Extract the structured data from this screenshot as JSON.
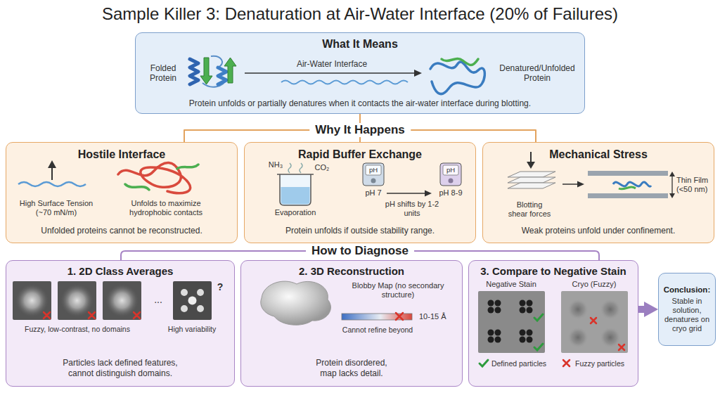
{
  "diagram": {
    "title": "Sample Killer 3: Denaturation at Air-Water Interface (20% of Failures)",
    "nodes": [
      {
        "text": [
          "What It Means",
          "Protein unfolds or partially denatures when it contacts the air-water interface during blotting."
        ]
      },
      {
        "text": [
          "Hostile Interface",
          "Unfolded proteins cannot be reconstructed."
        ]
      },
      {
        "text": [
          "Rapid Buffer Exchange",
          "Protein unfolds if outside stability range."
        ]
      },
      {
        "text": [
          "Mechanical Stress",
          "Weak proteins unfold under confinement."
        ]
      },
      {
        "text": [
          "1. 2D Class Averages",
          "Particles lack defined features, cannot distinguish domains."
        ]
      },
      {
        "text": [
          "2. 3D Reconstruction",
          "Protein disordered, map lacks detail."
        ]
      },
      {
        "text": [
          "3. Compare to Negative Stain"
        ]
      },
      {
        "text": [
          "Conclusion:",
          "Stable in solution, denatures on cryo grid"
        ]
      }
    ],
    "edges": [
      {
        "from": 0,
        "to": 1,
        "arrow": "none"
      },
      {
        "from": 0,
        "to": 2,
        "arrow": "none"
      },
      {
        "from": 0,
        "to": 3,
        "arrow": "none"
      },
      {
        "from": 6,
        "to": 7,
        "arrow": "to"
      }
    ],
    "labels": [
      "Folded Protein",
      "Air-Water Interface",
      "Denatured/Unfolded Protein",
      "Why It Happens",
      "High Surface Tension (~70 mN/m)",
      "Unfolds to maximize hydrophobic contacts",
      "NH₃",
      "CO₂",
      "Evaporation",
      "pH",
      "pH 7",
      "pH",
      "pH 8-9",
      "pH shifts by 1-2 units",
      "Blotting shear forces",
      "Thin Film (<50 nm)",
      "How to Diagnose",
      "Fuzzy, low-contrast, no domains",
      "...",
      "?",
      "High variability",
      "Blobby Map (no secondary structure)",
      "10-15 Å",
      "Cannot refine beyond",
      "Negative Stain",
      "Cryo (Fuzzy)",
      "Defined particles",
      "Fuzzy particles"
    ]
  }
}
